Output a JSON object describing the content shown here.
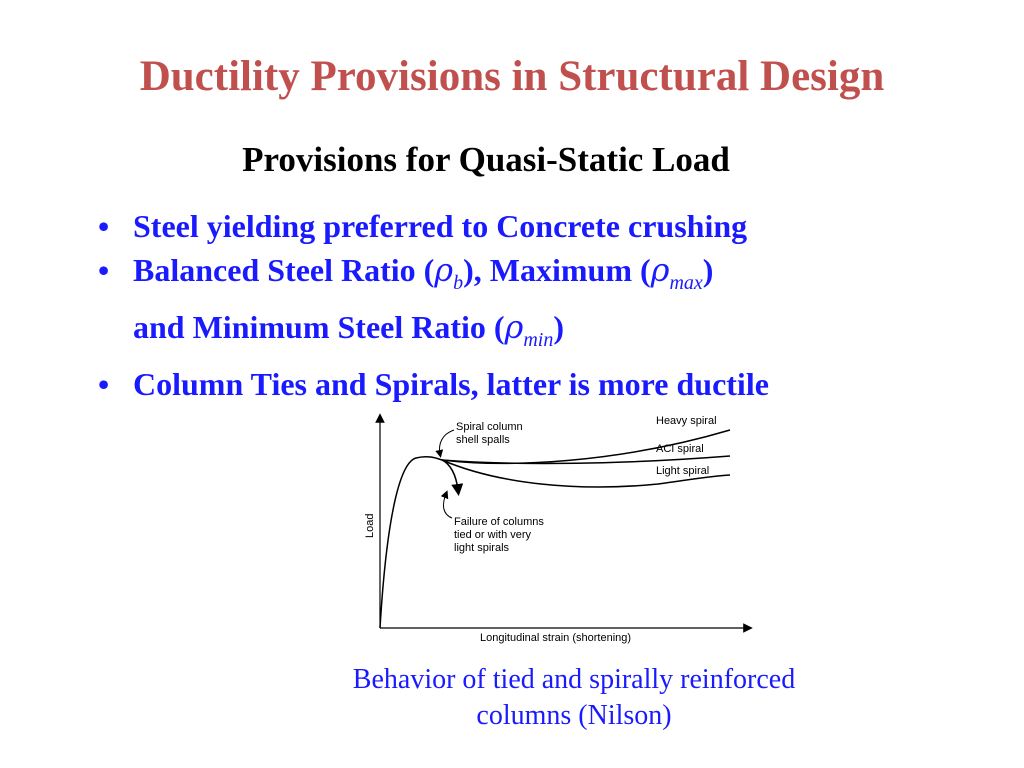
{
  "slide": {
    "title": "Ductility Provisions in Structural Design",
    "subtitle": "Provisions for Quasi-Static Load",
    "bullets": {
      "b1": "Steel yielding preferred to Concrete crushing",
      "b2_a": "Balanced Steel Ratio (",
      "b2_rho1": "ρ",
      "b2_sub1": "b",
      "b2_b": "), Maximum (",
      "b2_rho2": "ρ",
      "b2_sub2": "max",
      "b2_c": ")",
      "b2_d": "and Minimum Steel Ratio (",
      "b2_rho3": "ρ",
      "b2_sub3": "min",
      "b2_e": ")",
      "b3": "Column Ties and Spirals, latter is more ductile"
    },
    "bullet_symbol": "•",
    "caption_line1": "Behavior of tied and spirally reinforced",
    "caption_line2": "columns (Nilson)"
  },
  "figure": {
    "ylabel": "Load",
    "xlabel": "Longitudinal strain (shortening)",
    "curve_labels": {
      "heavy": "Heavy spiral",
      "aci": "ACI spiral",
      "light": "Light spiral"
    },
    "annotation_spall_1": "Spiral column",
    "annotation_spall_2": "shell spalls",
    "annotation_fail_1": "Failure of columns",
    "annotation_fail_2": "tied or with very",
    "annotation_fail_3": "light spirals"
  },
  "colors": {
    "title": "#c0504d",
    "bullet_text": "#1a1aff",
    "subtitle": "#000000"
  }
}
